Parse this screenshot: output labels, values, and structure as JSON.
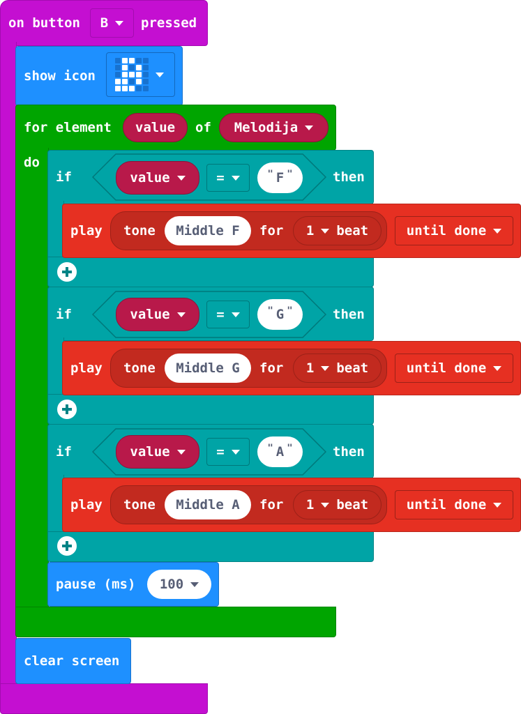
{
  "event_block": {
    "prefix": "on button",
    "button": "B",
    "suffix": "pressed",
    "color": "#C40FD1"
  },
  "show_icon": {
    "label": "show icon",
    "icon": "led-pattern-icon",
    "color": "#1E90FF"
  },
  "for_element": {
    "label": "for element",
    "variable": "value",
    "of_label": "of",
    "list": "Melodija",
    "do_label": "do",
    "color": "#00A500"
  },
  "if_blocks": [
    {
      "if_label": "if",
      "variable": "value",
      "operator": "=",
      "open_quote": "\"",
      "text": "F",
      "close_quote": "\"",
      "then_label": "then",
      "play": {
        "label": "play",
        "tone_label": "tone",
        "note": "Middle F",
        "for_label": "for",
        "beats": "1",
        "beat_label": "beat",
        "mode": "until done"
      }
    },
    {
      "if_label": "if",
      "variable": "value",
      "operator": "=",
      "open_quote": "\"",
      "text": "G",
      "close_quote": "\"",
      "then_label": "then",
      "play": {
        "label": "play",
        "tone_label": "tone",
        "note": "Middle G",
        "for_label": "for",
        "beats": "1",
        "beat_label": "beat",
        "mode": "until done"
      }
    },
    {
      "if_label": "if",
      "variable": "value",
      "operator": "=",
      "open_quote": "\"",
      "text": "A",
      "close_quote": "\"",
      "then_label": "then",
      "play": {
        "label": "play",
        "tone_label": "tone",
        "note": "Middle A",
        "for_label": "for",
        "beats": "1",
        "beat_label": "beat",
        "mode": "until done"
      }
    }
  ],
  "pause": {
    "label": "pause (ms)",
    "value": "100"
  },
  "clear_screen": {
    "label": "clear screen"
  },
  "colors": {
    "logic": "#00A4A6",
    "music": "#E63022",
    "variable": "#B8194A"
  }
}
